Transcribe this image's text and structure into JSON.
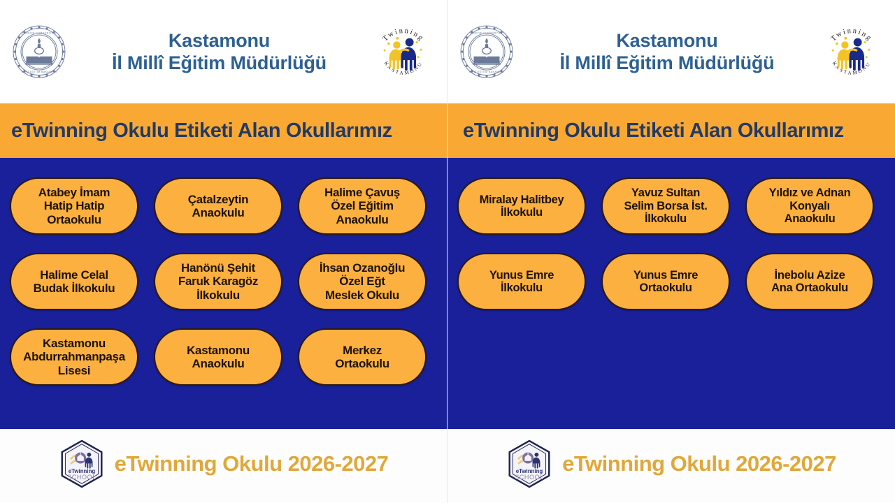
{
  "colors": {
    "banner_orange": "#f9a933",
    "body_blue": "#1a209a",
    "pill_amber": "#fbb040",
    "header_blue_text": "#2d6094",
    "banner_navy_text": "#223a66",
    "footer_gold": "#e0a838",
    "page_white": "#ffffff"
  },
  "panels": [
    {
      "id": "left",
      "header": {
        "title_line1": "Kastamonu",
        "title_line2": "İl Millî Eğitim Müdürlüğü",
        "left_emblem": "meb-emblem-icon",
        "right_logo": "etwinning-kastamonu-logo",
        "right_logo_top_text": "Twinning",
        "right_logo_bottom_text": "KASTAMONU"
      },
      "banner": {
        "text": "eTwinning Okulu Etiketi Alan Okullarımız"
      },
      "rows": [
        [
          "Atabey İmam\nHatip Hatip\nOrtaokulu",
          "Çatalzeytin\nAnaokulu",
          "Halime Çavuş\nÖzel Eğitim\nAnaokulu"
        ],
        [
          "Halime Celal\nBudak İlkokulu",
          "Hanönü Şehit\nFaruk Karagöz\nİlkokulu",
          "İhsan Ozanoğlu\nÖzel Eğt\nMeslek Okulu"
        ],
        [
          "Kastamonu\nAbdurrahmanpaşa\nLisesi",
          "Kastamonu\nAnaokulu",
          "Merkez\nOrtaokulu"
        ]
      ],
      "footer": {
        "badge_icon": "etwinning-school-hex-badge",
        "badge_line1": "eTwinning",
        "badge_line2": "SCHOOL",
        "text": "eTwinning Okulu 2026-2027"
      }
    },
    {
      "id": "right",
      "header": {
        "title_line1": "Kastamonu",
        "title_line2": "İl Millî Eğitim Müdürlüğü",
        "left_emblem": "meb-emblem-icon",
        "right_logo": "etwinning-kastamonu-logo",
        "right_logo_top_text": "Twinning",
        "right_logo_bottom_text": "KASTAMONU"
      },
      "banner": {
        "text": "eTwinning Okulu Etiketi Alan Okullarımız"
      },
      "rows": [
        [
          "Miralay Halitbey\nİlkokulu",
          "Yavuz Sultan\nSelim Borsa İst.\nİlkokulu",
          "Yıldız ve Adnan\nKonyalı\nAnaokulu"
        ],
        [
          "Yunus Emre\nİlkokulu",
          "Yunus Emre\nOrtaokulu",
          "İnebolu Azize\nAna Ortaokulu"
        ]
      ],
      "footer": {
        "badge_icon": "etwinning-school-hex-badge",
        "badge_line1": "eTwinning",
        "badge_line2": "SCHOOL",
        "text": "eTwinning Okulu 2026-2027"
      }
    }
  ]
}
